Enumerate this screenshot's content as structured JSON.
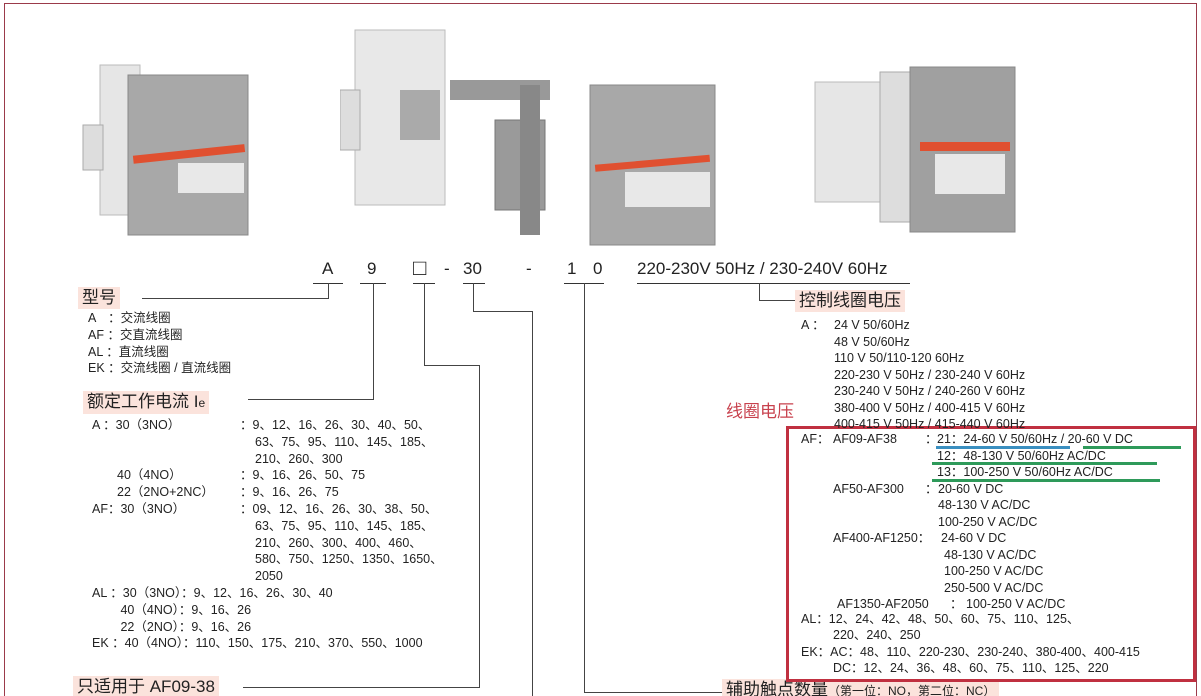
{
  "code": {
    "a": "A",
    "nine": "9",
    "box": "□",
    "dash1": "-",
    "thirty": "30",
    "dash2": "-",
    "one": "1",
    "zero": "0",
    "voltage": "220-230V 50Hz / 230-240V 60Hz"
  },
  "model": {
    "title": "型号",
    "items": [
      "A　：交流线圈",
      "AF ：交直流线圈",
      "AL ：直流线圈",
      "EK ：交流线圈 / 直流线圈"
    ]
  },
  "current": {
    "title": "额定工作电流 I",
    "title_sub": "e",
    "rows": [
      [
        "A ：30（3NO）",
        "：9、12、16、26、30、40、50、"
      ],
      [
        "",
        "63、75、95、110、145、185、"
      ],
      [
        "",
        "210、260、300"
      ],
      [
        "　　40（4NO）",
        "：9、16、26、50、75"
      ],
      [
        "　　22（2NO+2NC）",
        "：9、16、26、75"
      ],
      [
        "AF：30（3NO）",
        "：09、12、16、26、30、38、50、"
      ],
      [
        "",
        "63、75、95、110、145、185、"
      ],
      [
        "",
        "210、260、300、400、460、"
      ],
      [
        "",
        "580、750、1250、1350、1650、"
      ],
      [
        "",
        "2050"
      ],
      [
        "AL ：30（3NO）：9、12、16、26、30、40",
        ""
      ],
      [
        "　　 40（4NO）：9、16、26",
        ""
      ],
      [
        "　　 22（2NO）：9、16、26",
        ""
      ],
      [
        "EK ：40（4NO）：110、150、175、210、370、550、1000",
        ""
      ]
    ]
  },
  "only_for": {
    "title": "只适用于 AF09-38"
  },
  "coil": {
    "title": "控制线圈电压",
    "annotation": "线圈电压",
    "a_label": "A ：",
    "a_values": [
      "24 V 50/60Hz",
      "48 V 50/60Hz",
      "110 V 50/110-120 60Hz",
      "220-230 V 50Hz / 230-240 V 60Hz",
      "230-240 V 50Hz / 240-260 V 60Hz",
      "380-400 V 50Hz / 400-415 V 60Hz",
      "400-415 V 50Hz / 415-440 V 60Hz"
    ],
    "af_label": "AF：",
    "af_groups": [
      {
        "range": "AF09-AF38",
        "sep": "：",
        "values": [
          "21：24-60 V 50/60Hz / 20-60 V DC",
          "12：48-130 V 50/60Hz  AC/DC",
          "13：100-250 V 50/60Hz  AC/DC"
        ]
      },
      {
        "range": "AF50-AF300",
        "sep": "：",
        "values": [
          "20-60 V DC",
          "48-130 V AC/DC",
          "100-250 V AC/DC"
        ]
      },
      {
        "range": "AF400-AF1250：",
        "sep": "",
        "values": [
          "24-60 V DC",
          "48-130 V AC/DC",
          "100-250 V AC/DC",
          "250-500 V AC/DC"
        ]
      },
      {
        "range": "AF1350-AF2050",
        "sep": "：",
        "values": [
          "100-250 V AC/DC"
        ]
      }
    ],
    "al": [
      "AL：12、24、42、48、50、60、75、110、125、",
      "220、240、250"
    ],
    "ek": [
      "EK：AC：48、110、220-230、230-240、380-400、400-415",
      "DC：12、24、36、48、60、75、110、125、220"
    ],
    "highlight_colors": {
      "blue": "#3a8fc0",
      "green": "#2e9a5a",
      "box": "#c03040"
    }
  },
  "aux": {
    "title": "辅助触点数量",
    "note": "（第一位：NO，第二位：NC）"
  }
}
